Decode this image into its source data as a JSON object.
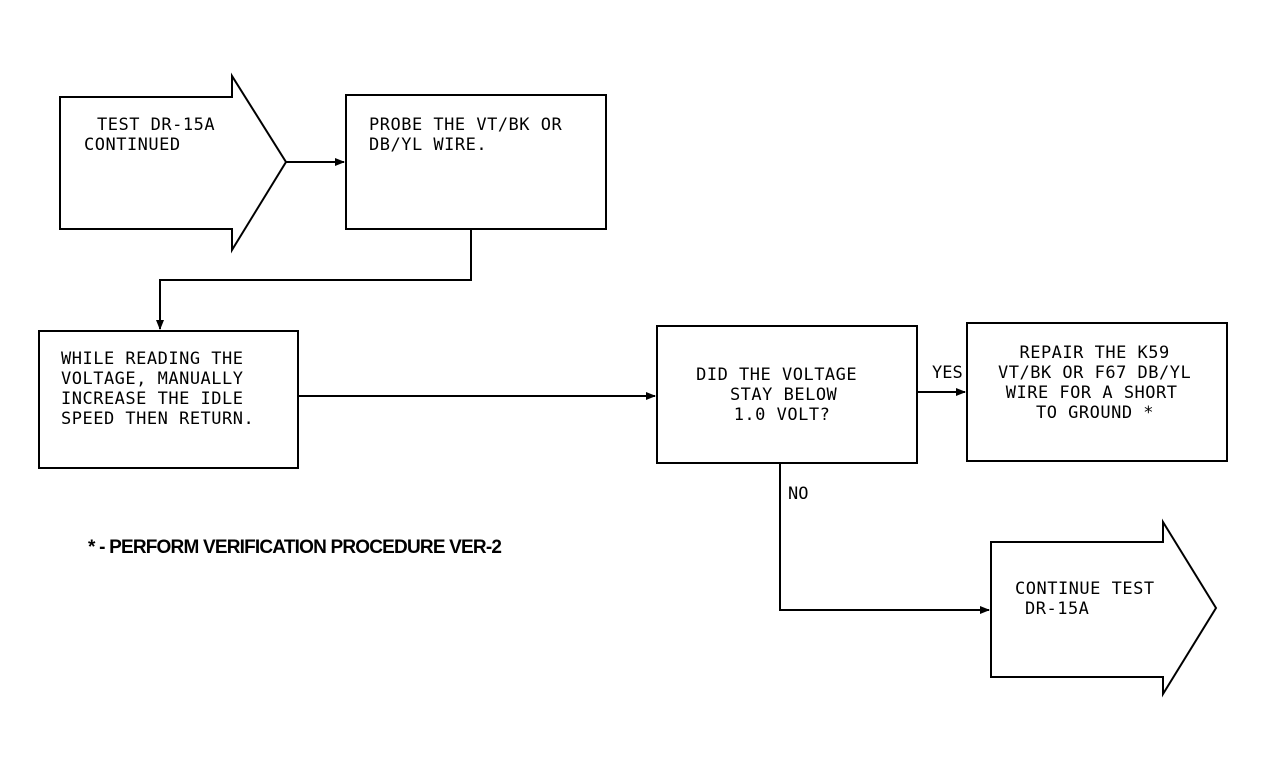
{
  "nodes": {
    "start": {
      "lines": [
        "TEST DR-15A",
        "CONTINUED"
      ]
    },
    "probe": {
      "lines": [
        "PROBE THE VT/BK OR",
        "DB/YL WIRE."
      ]
    },
    "while_reading": {
      "lines": [
        "WHILE READING THE",
        "VOLTAGE, MANUALLY",
        "INCREASE THE IDLE",
        "SPEED THEN RETURN."
      ]
    },
    "decision": {
      "lines": [
        "DID THE VOLTAGE",
        "STAY BELOW",
        "1.0 VOLT?"
      ]
    },
    "repair": {
      "lines": [
        "REPAIR THE K59",
        "VT/BK OR F67 DB/YL",
        "WIRE FOR A SHORT",
        "TO GROUND *"
      ]
    },
    "continue": {
      "lines": [
        "CONTINUE TEST",
        "DR-15A"
      ]
    }
  },
  "edge_labels": {
    "yes": "YES",
    "no": "NO"
  },
  "footnote": "* - PERFORM VERIFICATION PROCEDURE VER-2"
}
